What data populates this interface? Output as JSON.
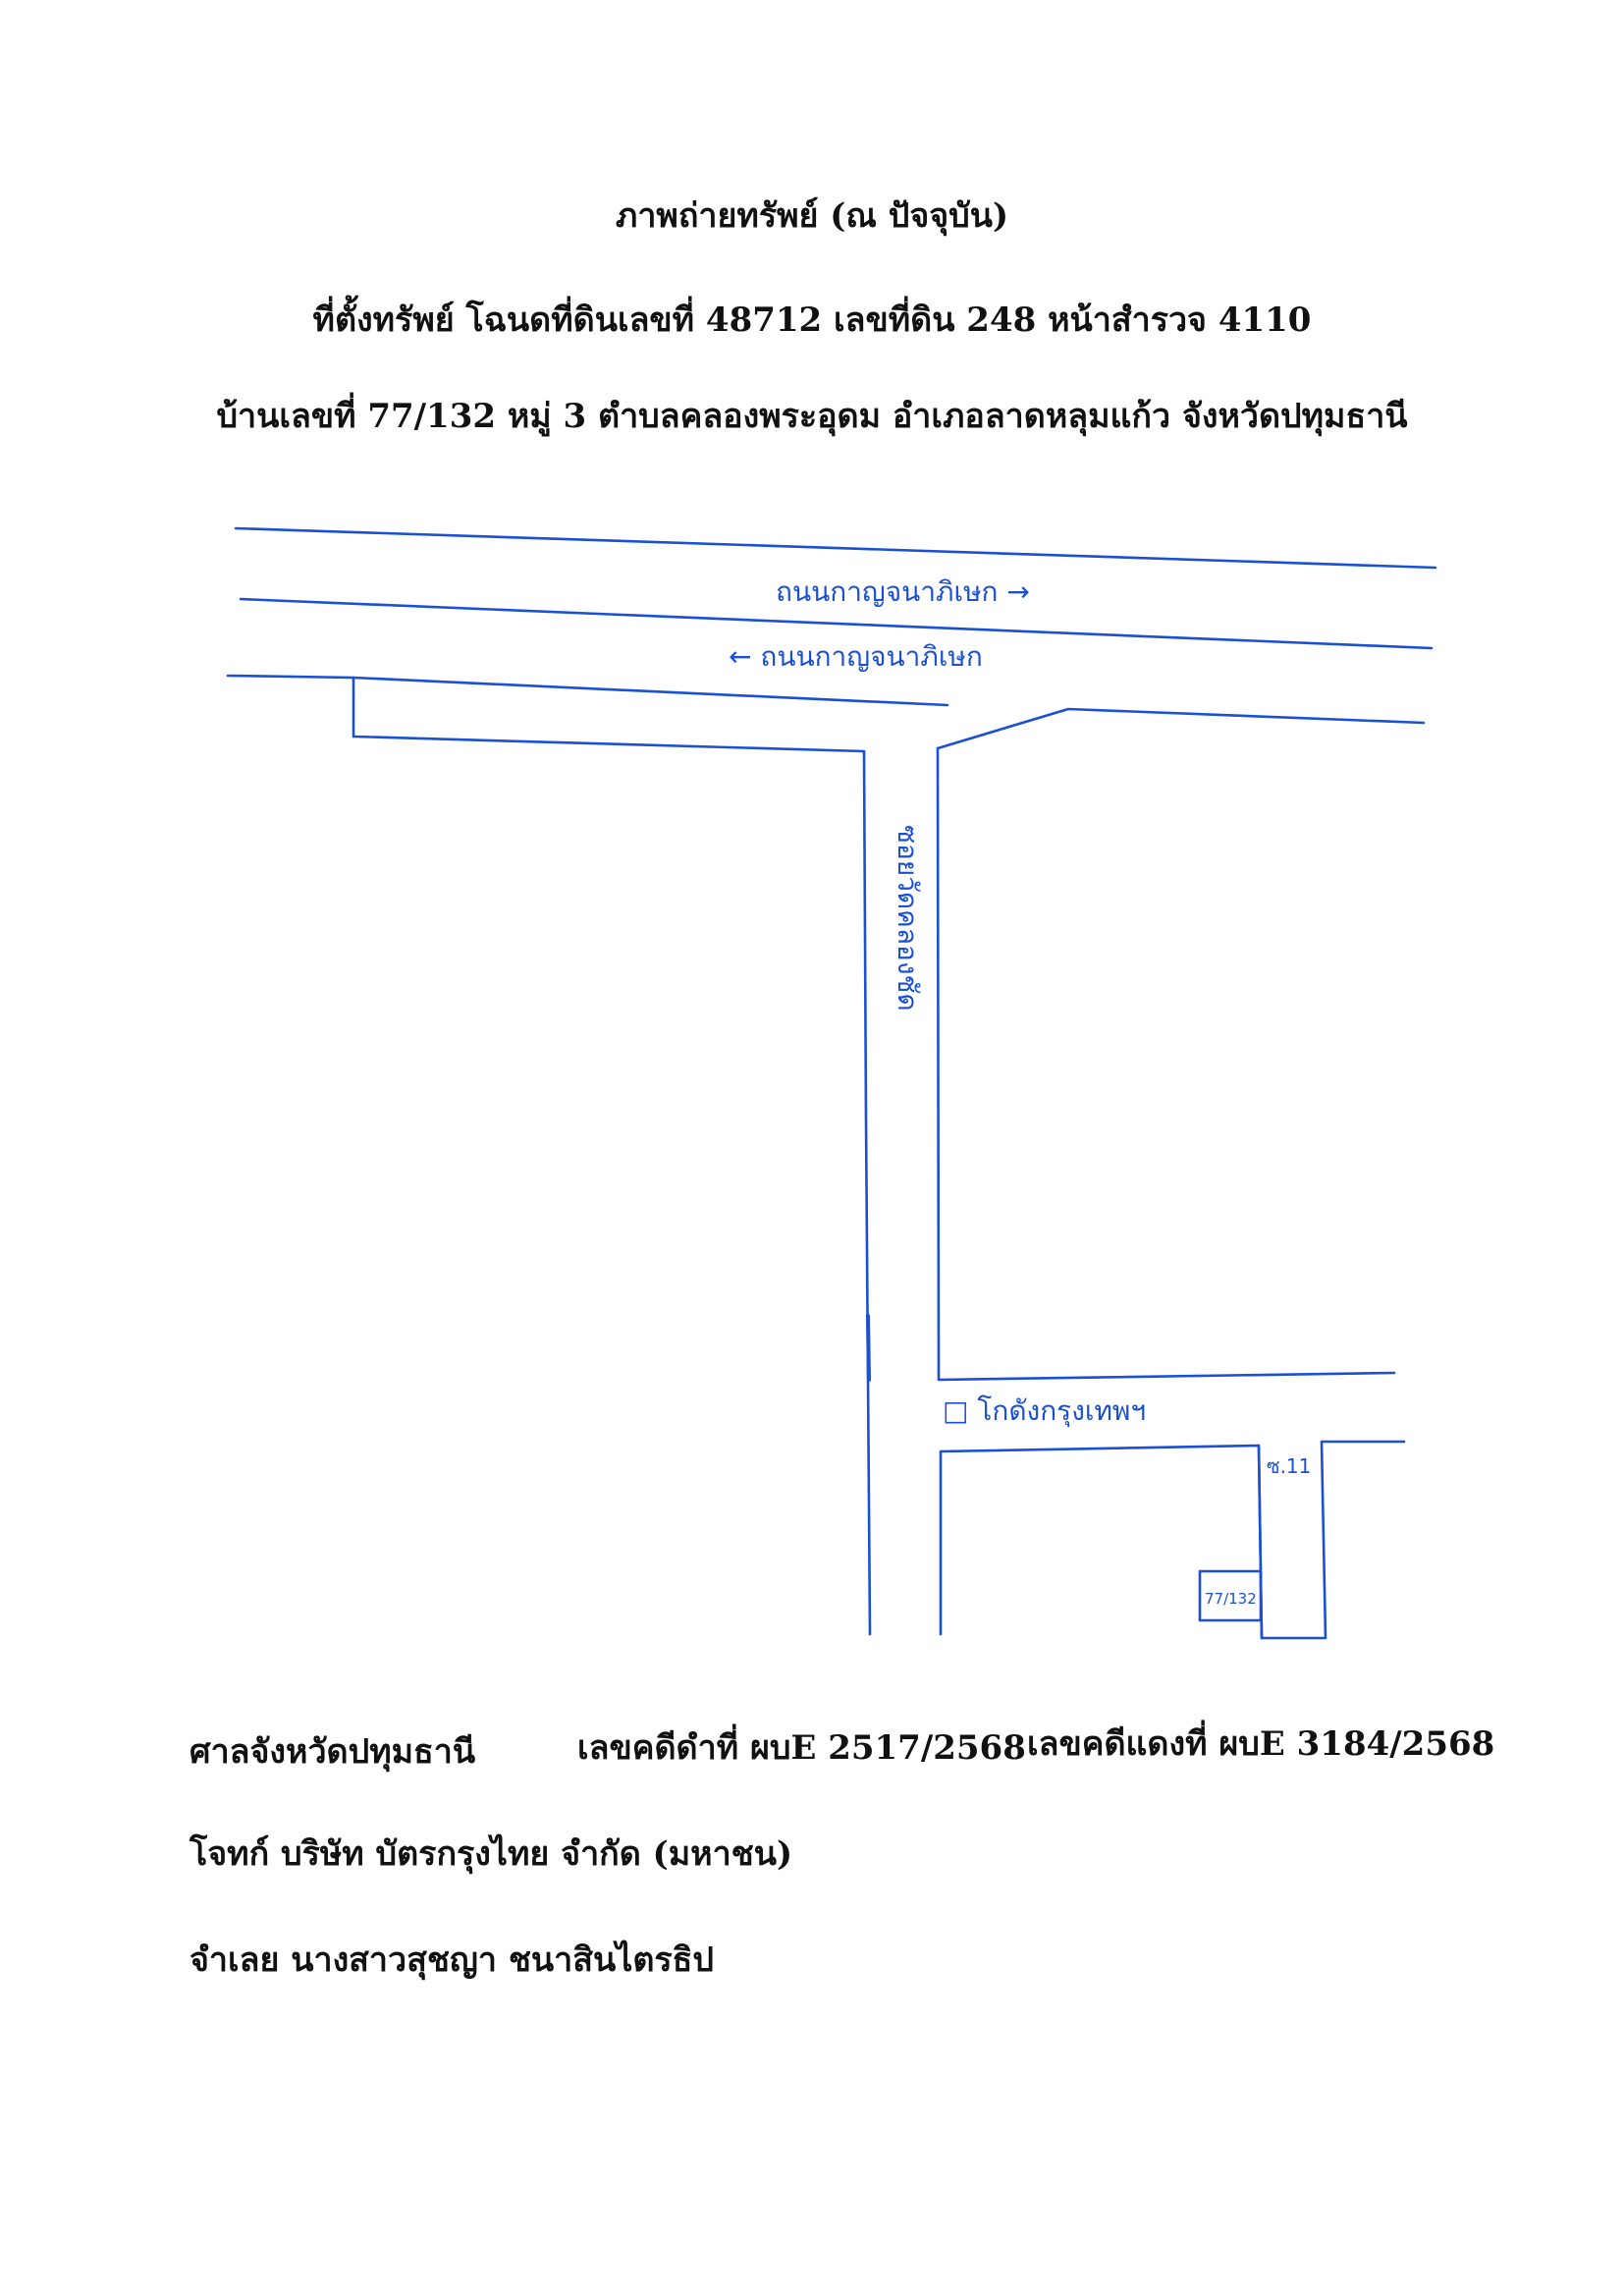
{
  "header": {
    "title": "ภาพถ่ายทรัพย์ (ณ ปัจจุบัน)",
    "location_line1": "ที่ตั้งทรัพย์ โฉนดที่ดินเลขที่ 48712 เลขที่ดิน 248 หน้าสำรวจ 4110",
    "location_line2": "บ้านเลขที่ 77/132 หมู่ 3 ตำบลคลองพระอุดม อำเภอลาดหลุมแก้ว จังหวัดปทุมธานี"
  },
  "map": {
    "ink_color": "#1a4fd6",
    "road_upper": "ถนนกาญจนาภิเษก →",
    "road_lower": "← ถนนกาญจนาภิเษก",
    "soi_main": "ซอยวัดคลองชัด",
    "landmark": "□ โกดังกรุงเทพฯ",
    "soi_branch": "ซ.11",
    "house_number": "77/132"
  },
  "footer": {
    "court": "ศาลจังหวัดปทุมธานี",
    "black_case": "เลขคดีดำที่ ผบE 2517/2568",
    "red_case": "เลขคดีแดงที่ ผบE 3184/2568",
    "plaintiff": "โจทก์ บริษัท บัตรกรุงไทย จำกัด (มหาชน)",
    "defendant": "จำเลย นางสาวสุชญา ชนาสินไตรธิป"
  }
}
